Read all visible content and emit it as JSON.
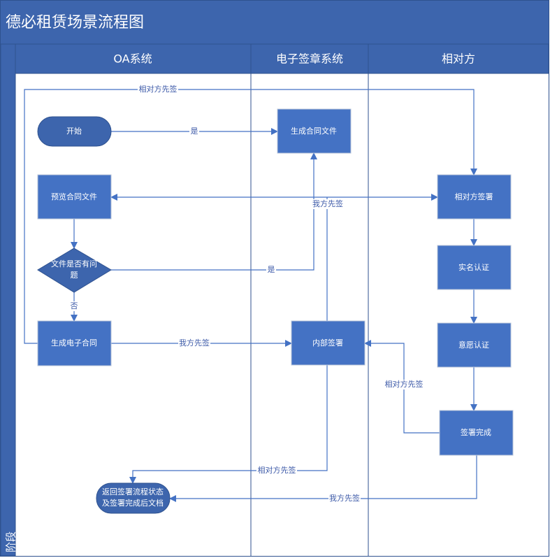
{
  "title": "德必租赁场景流程图",
  "phase_label": "阶段",
  "lanes": [
    "OA系统",
    "电子签章系统",
    "相对方"
  ],
  "colors": {
    "header": "#3d65ad",
    "node": "#4472c4",
    "edge": "#4472c4",
    "label": "#3d5aa8"
  },
  "nodes": {
    "start": "开始",
    "generate_contract_file": "生成合同文件",
    "preview_contract_file": "预览合同文件",
    "counterparty_sign": "相对方签署",
    "decision_line1": "文件是否有问",
    "decision_line2": "题",
    "real_name_auth": "实名认证",
    "generate_e_contract": "生成电子合同",
    "internal_sign": "内部签署",
    "willingness_auth": "意愿认证",
    "sign_complete": "签署完成",
    "end_line1": "返回签署流程状态",
    "end_line2": "及签署完成后文档"
  },
  "edge_labels": {
    "top_loop": "相对方先签",
    "start_yes": "是",
    "decision_yes": "是",
    "internal_to_preview": "我方先签",
    "decision_no": "否",
    "e_contract_to_internal": "我方先签",
    "complete_to_internal": "相对方先签",
    "internal_to_end": "相对方先签",
    "complete_to_end": "我方先签"
  }
}
